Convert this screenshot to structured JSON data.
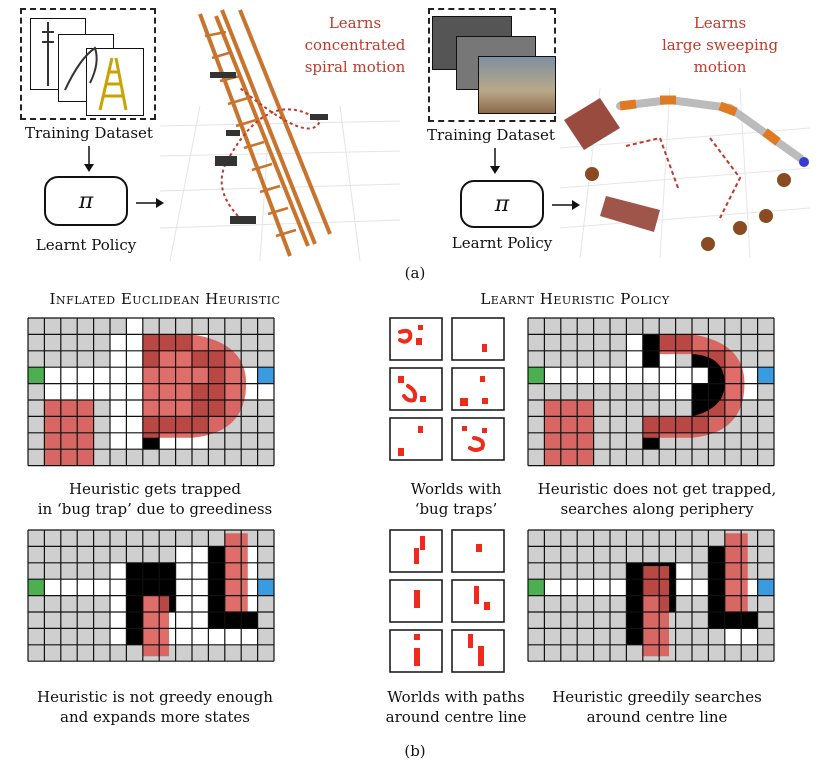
{
  "panel_a": {
    "left": {
      "learns_line1": "Learns",
      "learns_line2": "concentrated",
      "learns_line3": "spiral motion",
      "dataset_label": "Training Dataset",
      "policy_symbol": "π",
      "policy_label": "Learnt Policy"
    },
    "right": {
      "learns_line1": "Learns",
      "learns_line2": "large sweeping",
      "learns_line3": "motion",
      "dataset_label": "Training Dataset",
      "policy_symbol": "π",
      "policy_label": "Learnt Policy"
    },
    "label": "(a)"
  },
  "panel_b": {
    "left_title": "Inflated Euclidean Heuristic",
    "right_title": "Learnt Heuristic Policy",
    "cap_top_left_1": "Heuristic gets trapped",
    "cap_top_left_2": "in ‘bug trap’ due to greediness",
    "cap_worlds_top_1": "Worlds with",
    "cap_worlds_top_2": "‘bug traps’",
    "cap_top_right_1": "Heuristic does not get trapped,",
    "cap_top_right_2": "searches along periphery",
    "cap_bot_left_1": "Heuristic is not greedy enough",
    "cap_bot_left_2": "and expands more states",
    "cap_worlds_bot_1": "Worlds with paths",
    "cap_worlds_bot_2": "around centre line",
    "cap_bot_right_1": "Heuristic greedily searches",
    "cap_bot_right_2": "around centre line",
    "label": "(b)"
  },
  "colors": {
    "accent_red": "#c0392b",
    "trail_red": "#d9534f",
    "start_green": "#4caf50",
    "goal_blue": "#3b9be0",
    "grid_gray": "#cfcfcf",
    "obstacle_black": "#000000",
    "ladder_orange": "#c8742c",
    "thumb_red": "#ee2a1a"
  }
}
